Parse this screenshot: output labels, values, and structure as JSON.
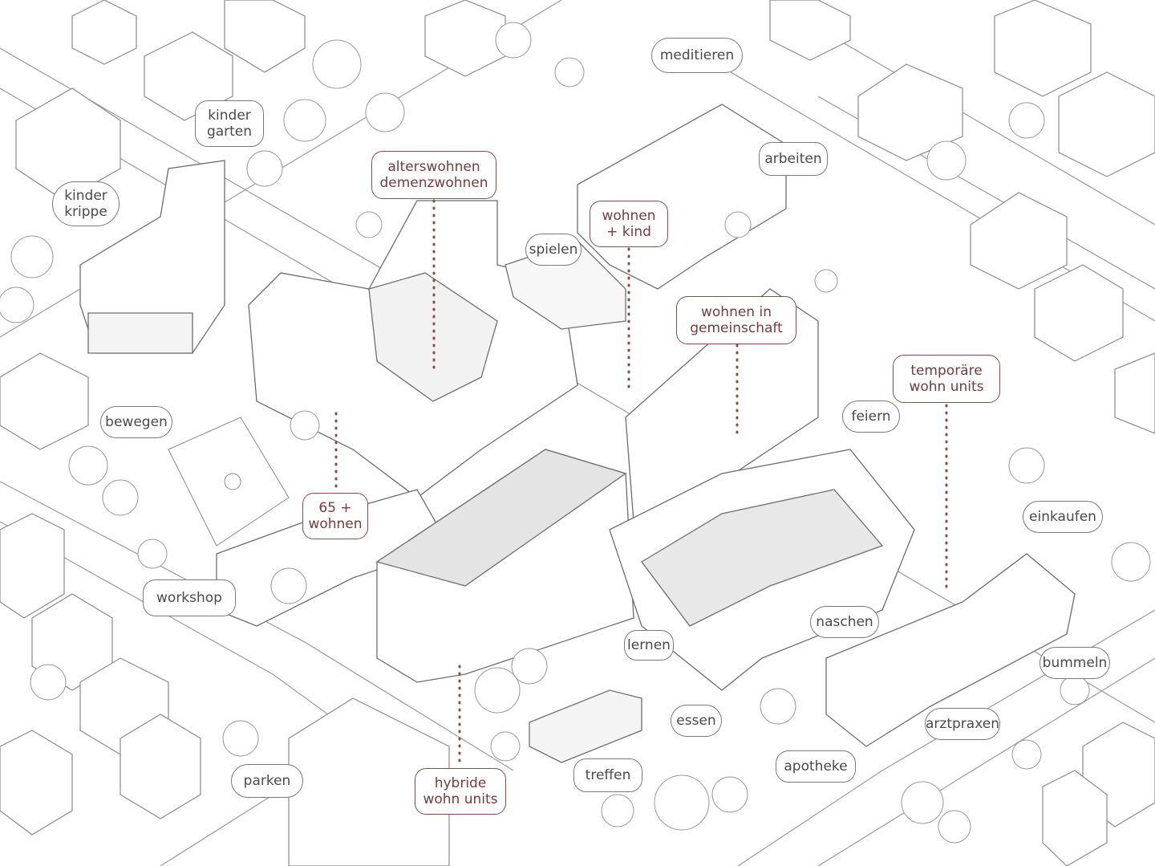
{
  "title": "",
  "colors": {
    "line": "#8a8a8a",
    "fill": "#ffffff",
    "accent": "#8c4a4a",
    "label_text": "#4a4a4a",
    "accent_text": "#7a3a3a",
    "tree": "#9a9a9a"
  },
  "housing_labels": {
    "alterswohnen": "alterswohnen\ndemenzwohnen",
    "wohnen_kind": "wohnen\n+ kind",
    "gemeinschaft": "wohnen in\ngemeinschaft",
    "temporaere": "temporäre\nwohn units",
    "senioren": "65 +\nwohnen",
    "hybride": "hybride\nwohn units"
  },
  "activity_labels": {
    "meditieren": "meditieren",
    "kindergarten": "kinder\ngarten",
    "kinderkrippe": "kinder\nkrippe",
    "arbeiten": "arbeiten",
    "spielen": "spielen",
    "bewegen": "bewegen",
    "feiern": "feiern",
    "einkaufen": "einkaufen",
    "workshop": "workshop",
    "naschen": "naschen",
    "lernen": "lernen",
    "bummeln": "bummeln",
    "essen": "essen",
    "arztpraxen": "arztpraxen",
    "apotheke": "apotheke",
    "treffen": "treffen",
    "parken": "parken"
  }
}
